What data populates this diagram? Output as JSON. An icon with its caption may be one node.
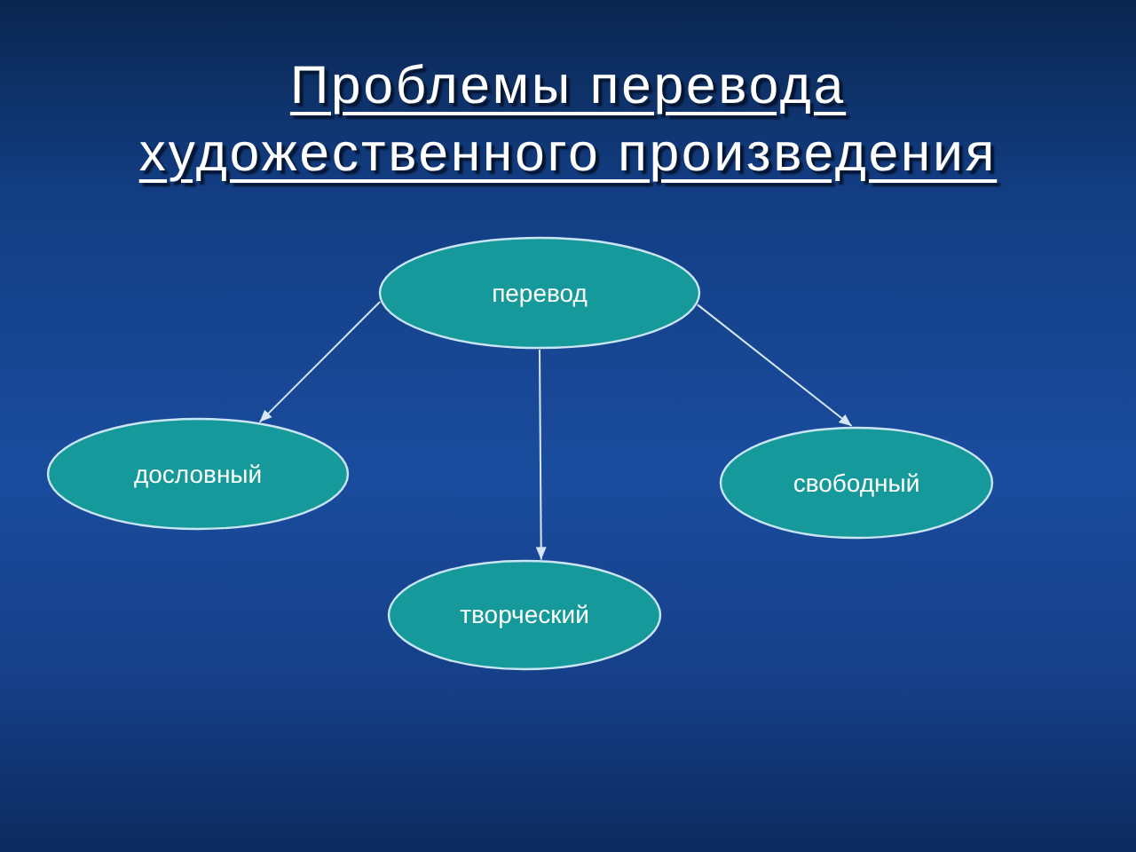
{
  "diagram": {
    "title": "Проблемы перевода художественного произведения",
    "nodes": [
      {
        "text": [
          "перевод"
        ]
      },
      {
        "text": [
          "дословный"
        ]
      },
      {
        "text": [
          "свободный"
        ]
      },
      {
        "text": [
          "творческий"
        ]
      }
    ],
    "edges": [
      {
        "from": 0,
        "to": 1,
        "arrow": "to"
      },
      {
        "from": 0,
        "to": 3,
        "arrow": "to"
      },
      {
        "from": 0,
        "to": 2,
        "arrow": "to"
      }
    ]
  }
}
